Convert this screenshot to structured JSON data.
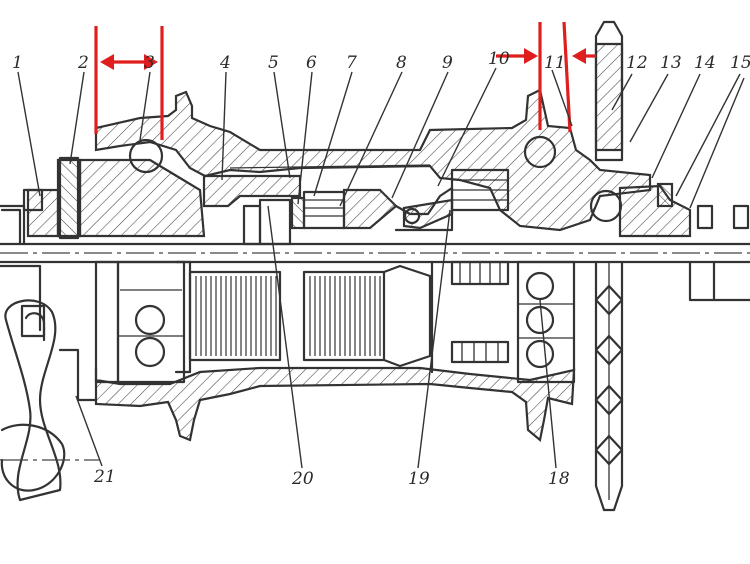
{
  "callouts": [
    {
      "id": "1",
      "text": "1"
    },
    {
      "id": "2",
      "text": "2"
    },
    {
      "id": "3",
      "text": "3"
    },
    {
      "id": "4",
      "text": "4"
    },
    {
      "id": "5",
      "text": "5"
    },
    {
      "id": "6",
      "text": "6"
    },
    {
      "id": "7",
      "text": "7"
    },
    {
      "id": "8",
      "text": "8"
    },
    {
      "id": "9",
      "text": "9"
    },
    {
      "id": "10",
      "text": "10"
    },
    {
      "id": "11",
      "text": "11"
    },
    {
      "id": "12",
      "text": "12"
    },
    {
      "id": "13",
      "text": "13"
    },
    {
      "id": "14",
      "text": "14"
    },
    {
      "id": "15",
      "text": "15"
    },
    {
      "id": "18",
      "text": "18"
    },
    {
      "id": "19",
      "text": "19"
    },
    {
      "id": "20",
      "text": "20"
    },
    {
      "id": "21",
      "text": "21"
    }
  ],
  "colors": {
    "ink": "#333333",
    "annotation": "#e01e1e",
    "paper": "#ffffff"
  }
}
